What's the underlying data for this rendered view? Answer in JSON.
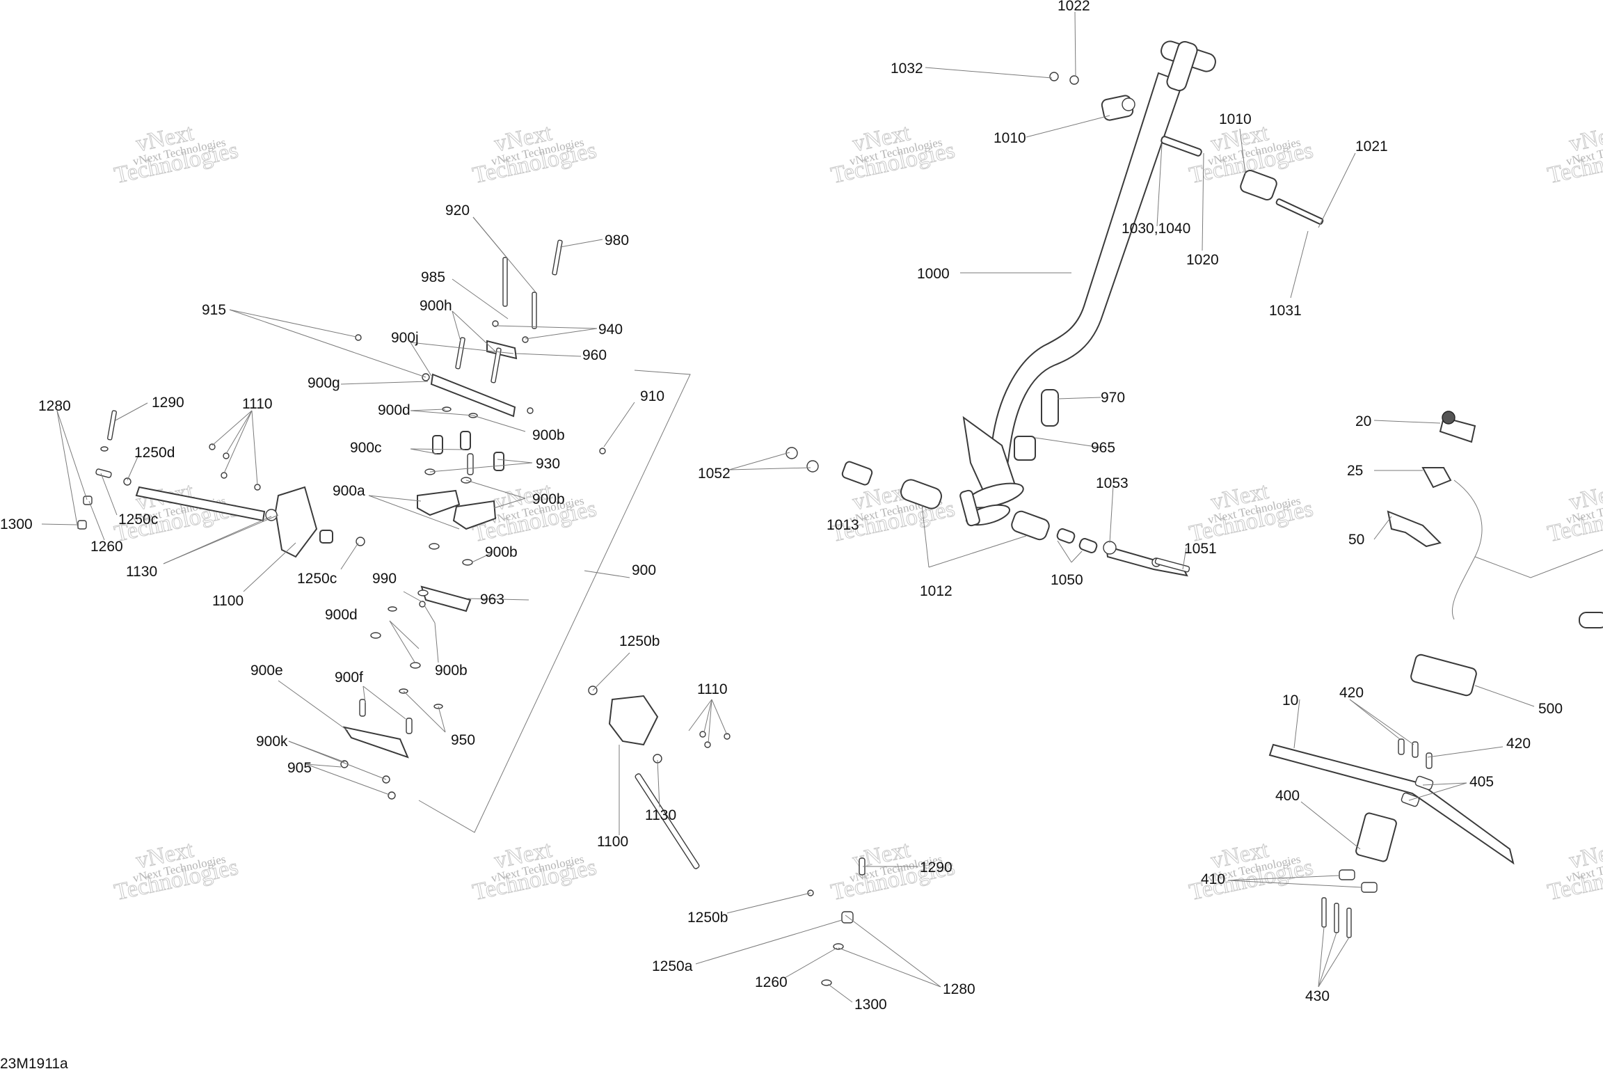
{
  "figure_code": "23M1911a",
  "watermark": {
    "line1": "vNext",
    "line2": "Technologies",
    "small": "vNext Technologies"
  },
  "labels": {
    "l1022": "1022",
    "l1032": "1032",
    "l1010a": "1010",
    "l1010b": "1010",
    "l1021": "1021",
    "l1030_1040": "1030,1040",
    "l1020": "1020",
    "l1031": "1031",
    "l1000": "1000",
    "l970": "970",
    "l965": "965",
    "l1052": "1052",
    "l1013": "1013",
    "l1053": "1053",
    "l1012": "1012",
    "l1050": "1050",
    "l1051": "1051",
    "l920": "920",
    "l980": "980",
    "l985": "985",
    "l915": "915",
    "l900h": "900h",
    "l940": "940",
    "l900j": "900j",
    "l960": "960",
    "l900g": "900g",
    "l910": "910",
    "l900d_top": "900d",
    "l900b_1": "900b",
    "l900c": "900c",
    "l930": "930",
    "l900a": "900a",
    "l900b_2": "900b",
    "l900b_3": "900b",
    "l900": "900",
    "l990": "990",
    "l963": "963",
    "l900d_bot": "900d",
    "l900b_4": "900b",
    "l900e": "900e",
    "l900f": "900f",
    "l950": "950",
    "l900k": "900k",
    "l905": "905",
    "l1280_left": "1280",
    "l1290_left": "1290",
    "l1110_left": "1110",
    "l1250d": "1250d",
    "l1250c_top": "1250c",
    "l1300_left": "1300",
    "l1260_left": "1260",
    "l1130_left": "1130",
    "l1100_left": "1100",
    "l1250c_bot": "1250c",
    "l1250b_top": "1250b",
    "l1110_mid": "1110",
    "l1130_mid": "1130",
    "l1100_mid": "1100",
    "l1290_bot": "1290",
    "l1250b_bot": "1250b",
    "l1250a": "1250a",
    "l1260_bot": "1260",
    "l1280_bot": "1280",
    "l1300_bot": "1300",
    "l20": "20",
    "l25": "25",
    "l50": "50",
    "l500": "500",
    "l10": "10",
    "l420a": "420",
    "l420b": "420",
    "l405": "405",
    "l400": "400",
    "l410": "410",
    "l430": "430"
  },
  "colors": {
    "line": "#3a3a3a",
    "leader": "#7a7a7a",
    "watermark": "#c9c9c9"
  }
}
